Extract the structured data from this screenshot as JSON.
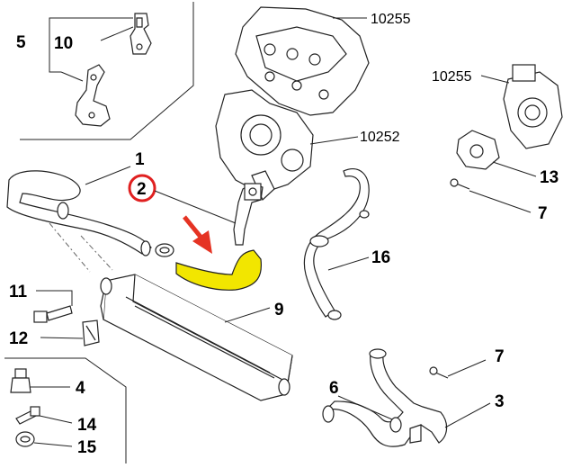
{
  "callouts": {
    "c1": "1",
    "c2": "2",
    "c3": "3",
    "c4": "4",
    "c5": "5",
    "c6": "6",
    "c7a": "7",
    "c7b": "7",
    "c9": "9",
    "c10": "10",
    "c11": "11",
    "c12": "12",
    "c13": "13",
    "c14": "14",
    "c15": "15",
    "c16": "16",
    "c10255a": "10255",
    "c10255b": "10255",
    "c10252": "10252"
  },
  "colors": {
    "highlight_part": "#f2e600",
    "arrow": "#e53323",
    "circle": "#e02020",
    "line": "#1a1a1a"
  },
  "icons": [
    "red-arrow-icon",
    "red-circle-icon"
  ]
}
